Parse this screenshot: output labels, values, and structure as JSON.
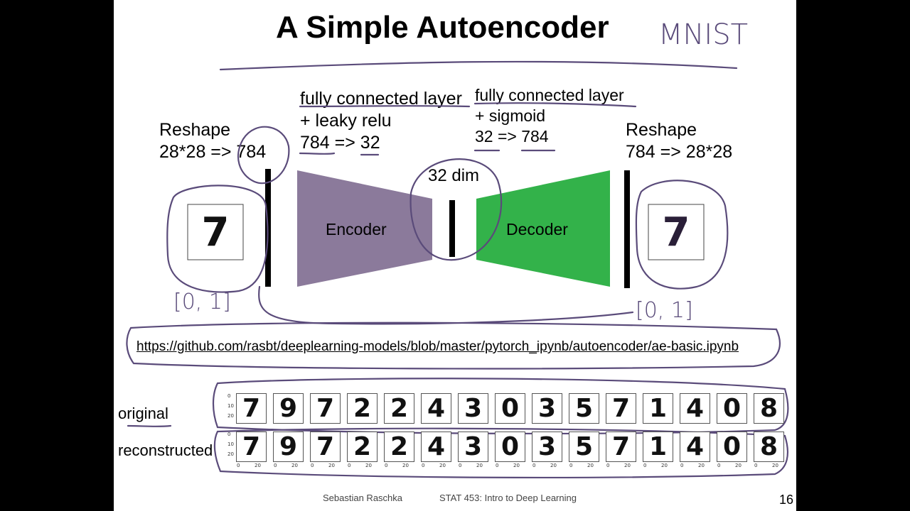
{
  "slide": {
    "title": "A Simple Autoencoder",
    "handwriting_mnist": "MNIST",
    "input_box": {
      "title": "Reshape",
      "formula": "28*28 => 784"
    },
    "encoder_layer": {
      "line1": "fully connected layer",
      "line2": "+ leaky relu",
      "line3": "784 => 32"
    },
    "decoder_layer": {
      "line1": "fully connected layer",
      "line2": "+ sigmoid",
      "line3": "32 => 784"
    },
    "output_box": {
      "title": "Reshape",
      "formula": "784 => 28*28"
    },
    "bottleneck_label": "32 dim",
    "encoder_label": "Encoder",
    "decoder_label": "Decoder",
    "input_digit": "7",
    "output_digit": "7",
    "range_left": "[0, 1]",
    "range_right": "[0, 1]",
    "url": "https://github.com/rasbt/deeplearning-models/blob/master/pytorch_ipynb/autoencoder/ae-basic.ipynb",
    "row_original_label": "original",
    "row_reconstructed_label": "reconstructed",
    "original_digits": [
      "7",
      "9",
      "7",
      "2",
      "2",
      "4",
      "3",
      "0",
      "3",
      "5",
      "7",
      "1",
      "4",
      "0",
      "8"
    ],
    "reconstructed_digits": [
      "7",
      "9",
      "7",
      "2",
      "2",
      "4",
      "3",
      "0",
      "3",
      "5",
      "7",
      "1",
      "4",
      "0",
      "8"
    ],
    "y_ticks": [
      "0",
      "10",
      "20"
    ],
    "x_ticks": [
      "0",
      "20"
    ],
    "footer_author": "Sebastian Raschka",
    "footer_course": "STAT 453: Intro to Deep Learning",
    "page_number": "16",
    "colors": {
      "encoder": "#8b7a9b",
      "decoder": "#33b24a",
      "annotation": "#5a4b7a"
    }
  }
}
